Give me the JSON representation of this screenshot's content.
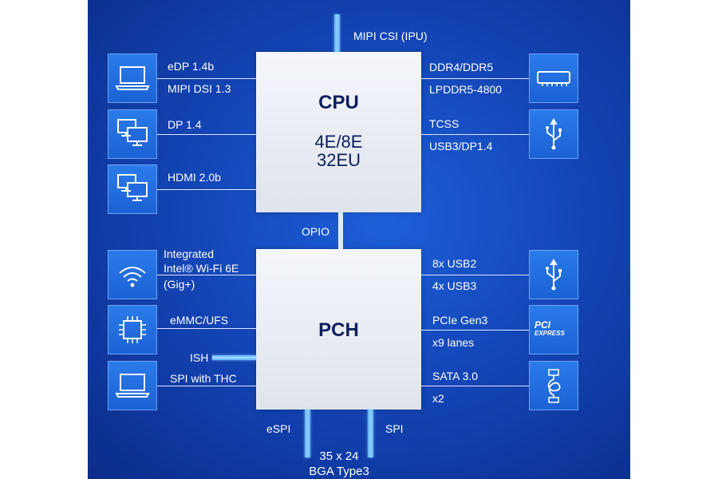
{
  "cpu": {
    "title": "CPU",
    "cores": "4E/8E",
    "eu": "32EU"
  },
  "pch": {
    "title": "PCH"
  },
  "link": {
    "label": "OPIO"
  },
  "top": {
    "mipi_csi": "MIPI CSI (IPU)"
  },
  "cpu_left": {
    "edp": "eDP 1.4b",
    "mipi_dsi": "MIPI DSI 1.3",
    "dp": "DP 1.4",
    "hdmi": "HDMI 2.0b"
  },
  "cpu_right": {
    "memory": "DDR4/DDR5",
    "lpddr": "LPDDR5-4800",
    "tcss": "TCSS",
    "usb_dp": "USB3/DP1.4"
  },
  "pch_left": {
    "wifi_line1": "Integrated",
    "wifi_line2": "Intel® Wi-Fi 6E",
    "wifi_line3": "(Gig+)",
    "emmc": "eMMC/UFS",
    "ish": "ISH",
    "spi_thc": "SPI with THC"
  },
  "pch_right": {
    "usb2": "8x USB2",
    "usb3": "4x USB3",
    "pcie": "PCIe Gen3",
    "pcie_lanes": "x9 lanes",
    "sata": "SATA 3.0",
    "sata_count": "x2",
    "pcie_logo_top": "PCI",
    "pcie_logo_bottom": "EXPRESS"
  },
  "bottom": {
    "espi": "eSPI",
    "spi": "SPI",
    "package_line1": "35 x 24",
    "package_line2": "BGA Type3"
  },
  "icons": [
    "laptop-icon",
    "dual-monitor-icon",
    "dual-monitor-icon",
    "memory-module-icon",
    "usb-icon",
    "wifi-icon",
    "chip-icon",
    "laptop-icon",
    "usb-icon",
    "pcie-express-icon",
    "sata-cable-icon"
  ],
  "colors": {
    "background": "#1446b8",
    "chip": "#e8ebf2",
    "chip_text": "#0b1f5c",
    "icon_box": "#2468dd"
  }
}
